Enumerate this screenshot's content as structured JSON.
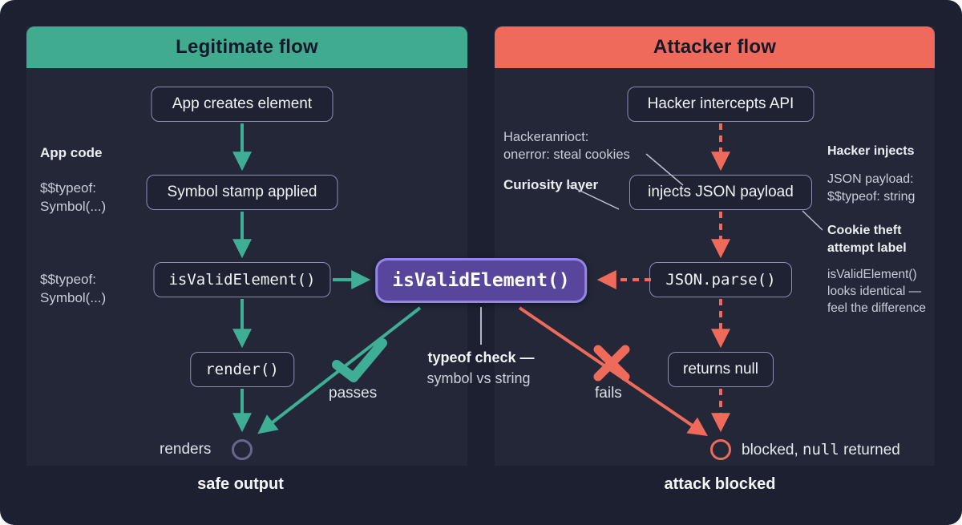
{
  "colors": {
    "page_bg": "#1d2030",
    "panel_bg": "#242737",
    "green_accent": "#41ab90",
    "red_accent": "#f06a5b",
    "purple_fill": "#57469b",
    "purple_border": "#9485ea"
  },
  "legit": {
    "title": "Legitimate flow",
    "nodes": [
      "App creates element",
      "Symbol stamp applied",
      "isValidElement()",
      "render()"
    ],
    "app_code_label": "App code",
    "typeof_a_line1": "$$typeof:",
    "typeof_a_line2": "Symbol(...)",
    "typeof_b_line1": "$$typeof:",
    "typeof_b_line2": "Symbol(...)",
    "renders_label": "renders",
    "passes_label": "passes",
    "footer": "safe output"
  },
  "center": {
    "node": "isValidElement()",
    "callout_bold": "typeof check —",
    "callout_rest": "symbol vs string"
  },
  "attacker": {
    "title": "Attacker flow",
    "nodes": [
      "Hacker intercepts API",
      "injects JSON payload",
      "JSON.parse()",
      "returns null"
    ],
    "intercept_note_line1": "Hackeranrioct:",
    "intercept_note_line2": "onerror: steal cookies",
    "curiosity_label": "Curiosity layer",
    "hacker_injects_label": "Hacker injects",
    "payload_line1": "JSON payload:",
    "payload_line2": "$$typeof: string",
    "cookie_theft_line1": "Cookie theft",
    "cookie_theft_line2": "attempt label",
    "identical_line1": "isValidElement()",
    "identical_line2": "looks identical —",
    "identical_line3": "feel the difference",
    "fails_label": "fails",
    "blocked_pre": "blocked, ",
    "blocked_code": "null",
    "blocked_post": " returned",
    "footer": "attack blocked"
  }
}
